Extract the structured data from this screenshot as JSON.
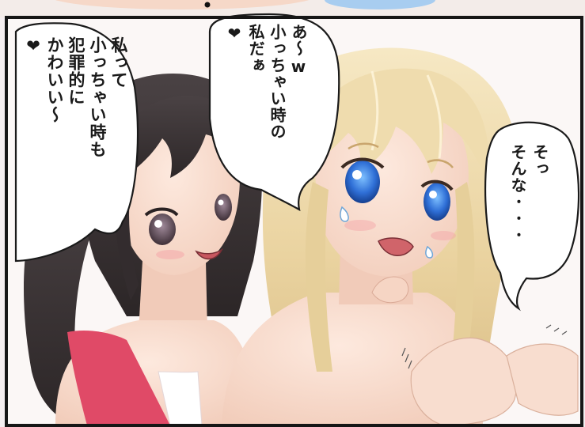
{
  "panel": {
    "colors": {
      "frame": "#161616",
      "background": "#fbf7f6",
      "dark_hair": "#3d3638",
      "blonde_hair": "#ecd8a8",
      "skin": "#f7dccd",
      "swimsuit": "#e04a67",
      "eyes_blue": "#2f6fd6",
      "eyes_dark": "#5e4b58"
    }
  },
  "bubbles": {
    "left": {
      "text": "私って\n小っちゃい時も\n犯罪的に\nかわいい〜\n❤"
    },
    "middle": {
      "text": "あ〜w\n小っちゃい時の\n私だぁ\n❤"
    },
    "right": {
      "text": "そっ\nそんな･･･"
    }
  }
}
